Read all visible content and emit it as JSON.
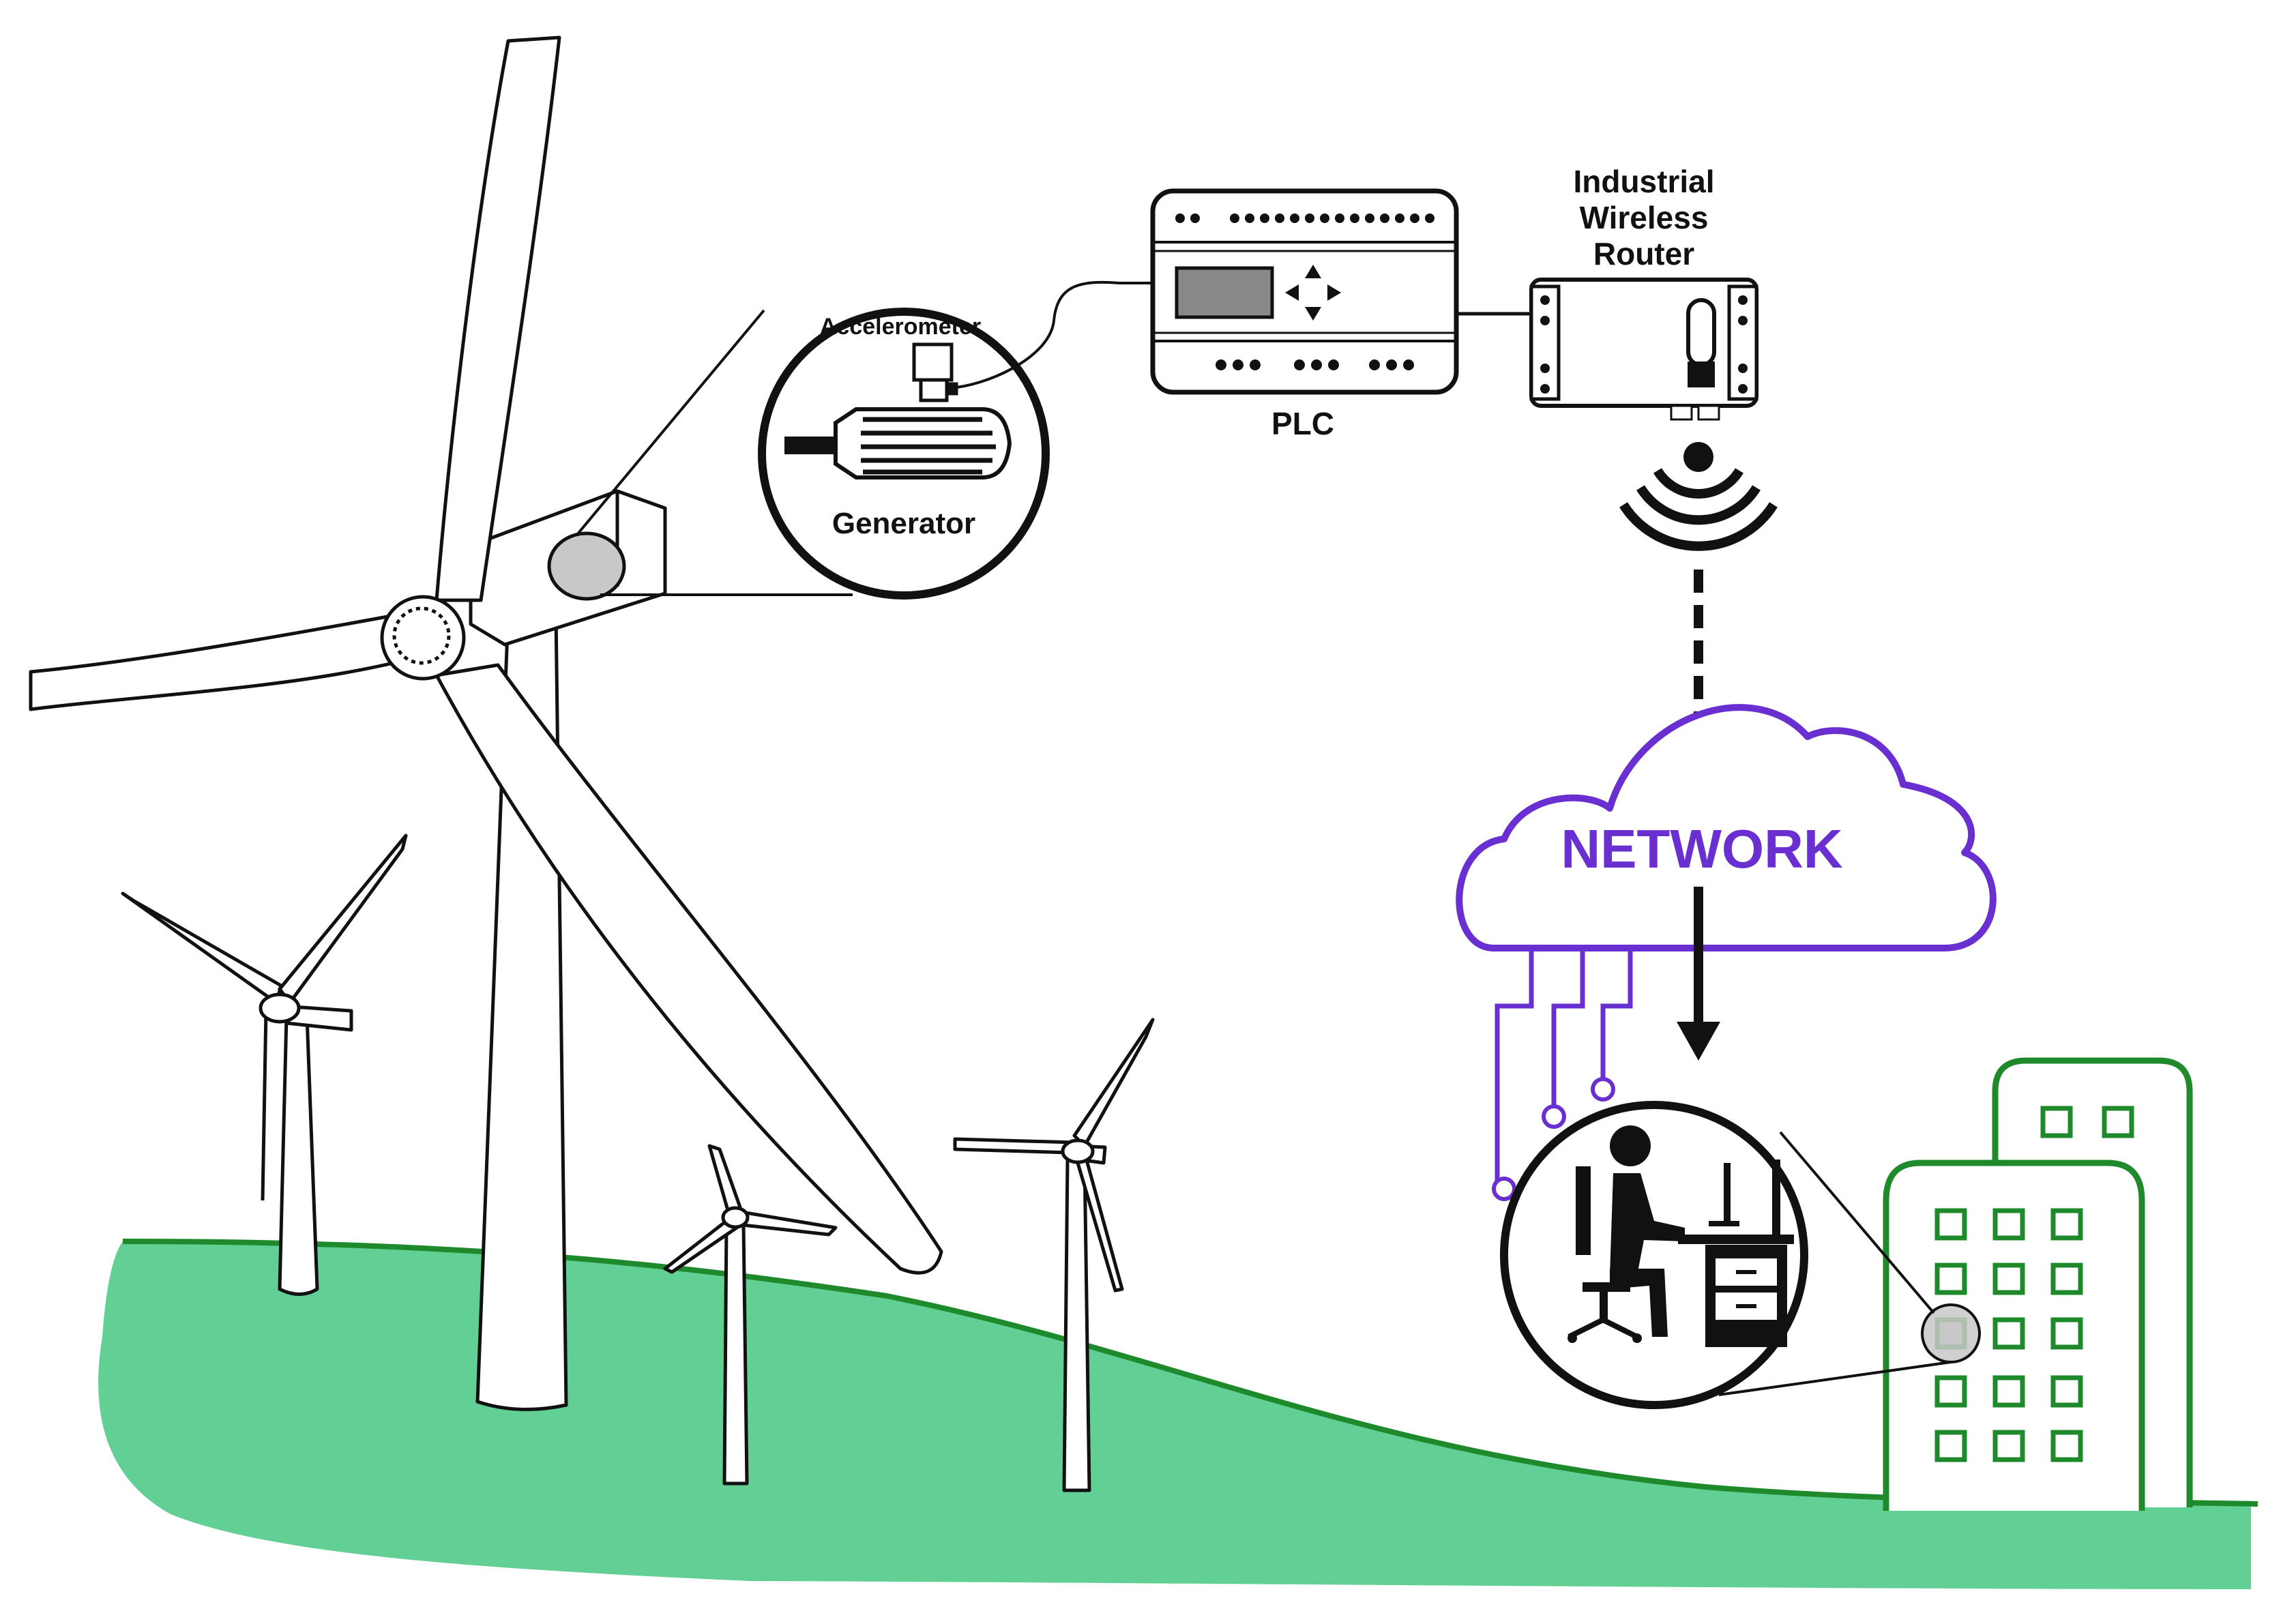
{
  "labels": {
    "accelerometer": "Accelerometer",
    "generator": "Generator",
    "plc": "PLC",
    "router_line1": "Industrial",
    "router_line2": "Wireless",
    "router_line3": "Router",
    "network": "NETWORK"
  },
  "colors": {
    "ground": "#62D094",
    "ground_edge": "#1E8A2C",
    "network_purple": "#6A2FD0",
    "building_green": "#1E8A2C",
    "ink": "#111111",
    "highlight_gray": "#C8C8C8"
  },
  "icons": {
    "wifi": "wifi-signal-icon",
    "worker": "person-at-desk-icon",
    "building": "office-building-icon"
  }
}
